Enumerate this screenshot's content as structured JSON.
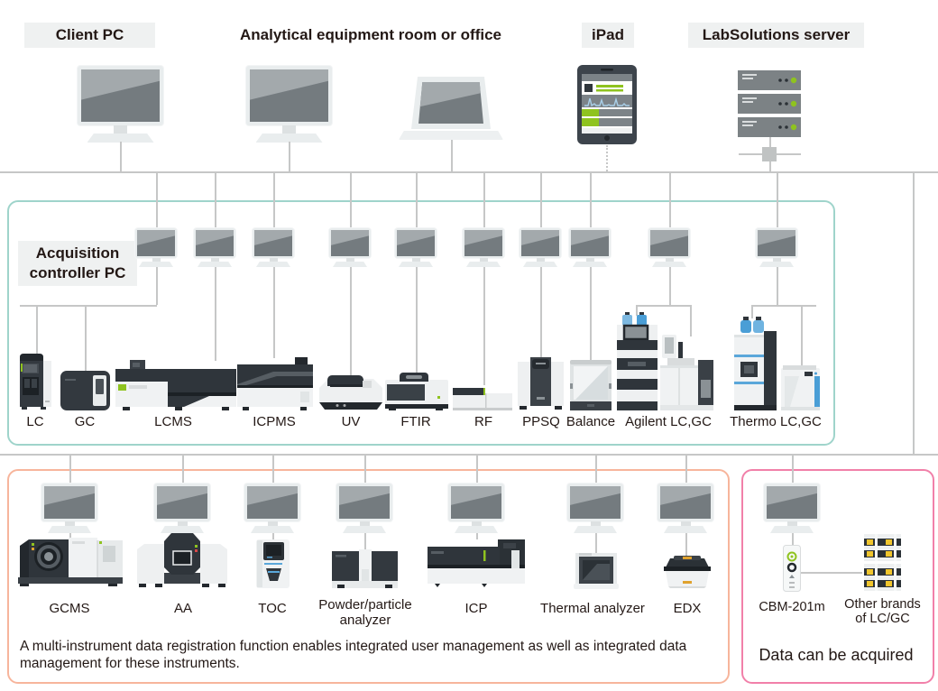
{
  "header": {
    "client_pc": "Client PC",
    "room": "Analytical equipment room or office",
    "ipad": "iPad",
    "server": "LabSolutions server"
  },
  "acquisition": {
    "label": "Acquisition controller PC",
    "instruments": [
      "LC",
      "GC",
      "LCMS",
      "ICPMS",
      "UV",
      "FTIR",
      "RF",
      "PPSQ",
      "Balance",
      "Agilent LC,GC",
      "Thermo LC,GC"
    ]
  },
  "multi_instrument": {
    "instruments": [
      "GCMS",
      "AA",
      "TOC",
      "Powder/particle analyzer",
      "ICP",
      "Thermal analyzer",
      "EDX"
    ],
    "caption": "A multi-instrument data registration function enables integrated user management as well as integrated data management for these instruments."
  },
  "acquired_section": {
    "cbm_label": "CBM-201m",
    "other_label": "Other brands of LC/GC",
    "caption": "Data can be acquired"
  },
  "icons": {
    "desktop_monitor": "css-rect-screen",
    "laptop": "css-trapezoid-screen",
    "tablet": "svg-tablet-with-chromatogram",
    "server_rack": "svg-3u-rack-green-led",
    "network_switch": "gray-square-hub",
    "instruments": "svg-stylized-lab-instruments"
  },
  "colors": {
    "teal_border": "#9fd4cb",
    "orange_border": "#f7b59c",
    "pink_border": "#f180a9",
    "line": "#c6c7c7",
    "label_bg": "#eff1f1",
    "text": "#231815",
    "accent_green": "#8fc31f",
    "accent_blue": "#4a9ed6",
    "accent_yellow": "#f0c52c"
  }
}
